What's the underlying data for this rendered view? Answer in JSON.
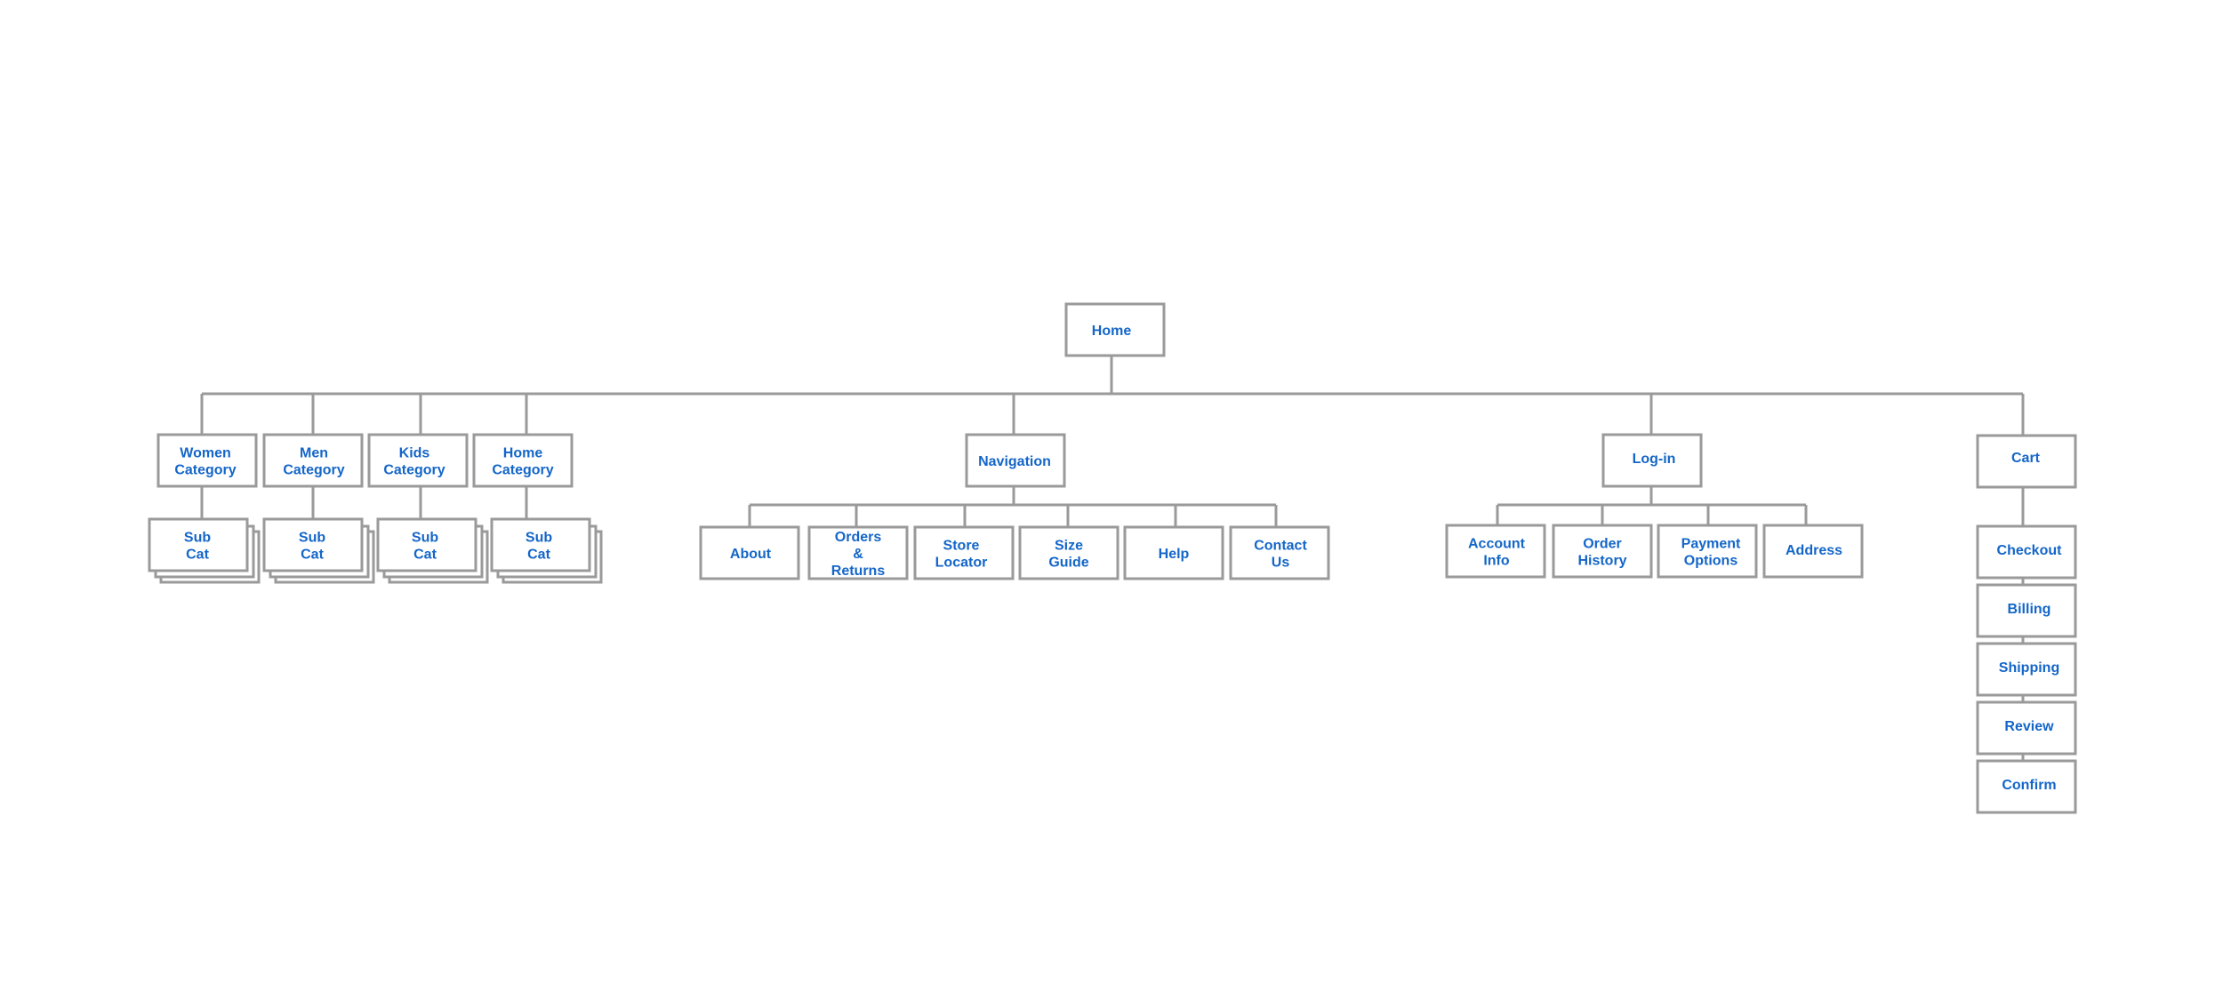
{
  "theme": {
    "box_stroke": "#9a9a9a",
    "label_color": "#1466c8",
    "background": "#ffffff"
  },
  "nodes": {
    "home": "Home",
    "women_category": "Women\nCategory",
    "men_category": "Men\nCategory",
    "kids_category": "Kids\nCategory",
    "home_category": "Home\nCategory",
    "sub_cat": "Sub\nCat",
    "navigation": "Navigation",
    "about": "About",
    "orders_returns": "Orders\n&\nReturns",
    "store_locator": "Store\nLocator",
    "size_guide": "Size\nGuide",
    "help": "Help",
    "contact_us": "Contact\nUs",
    "log_in": "Log-in",
    "account_info": "Account\nInfo",
    "order_history": "Order\nHistory",
    "payment_options": "Payment\nOptions",
    "address": "Address",
    "cart": "Cart",
    "checkout": "Checkout",
    "billing": "Billing",
    "shipping": "Shipping",
    "review": "Review",
    "confirm": "Confirm"
  }
}
